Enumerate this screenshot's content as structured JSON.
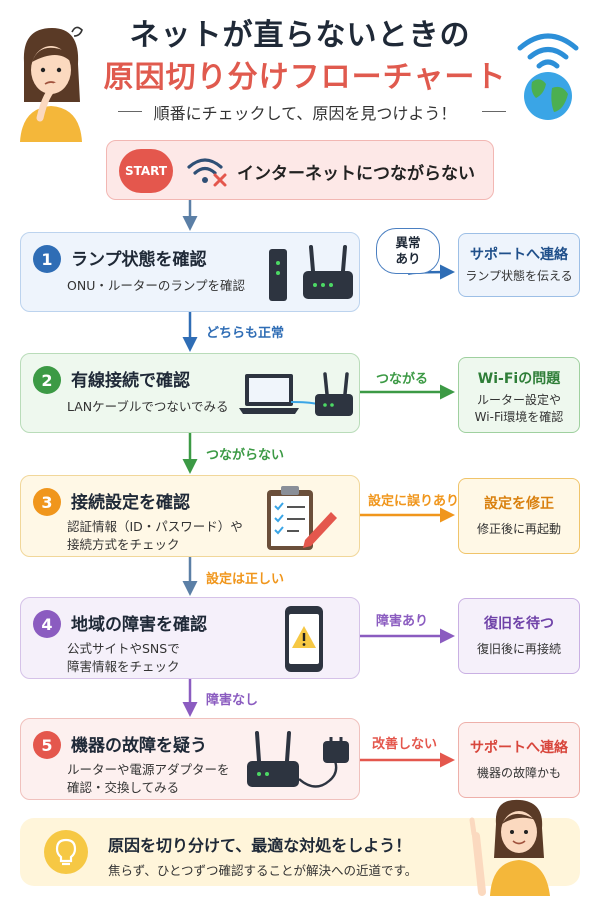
{
  "header": {
    "title_line1": "ネットが直らないときの",
    "title_line2": "原因切り分けフローチャート",
    "subtitle": "順番にチェックして、原因を見つけよう！"
  },
  "start": {
    "badge": "START",
    "text": "インターネットにつながらない"
  },
  "steps": [
    {
      "num": "1",
      "title": "ランプ状態を確認",
      "desc": [
        "ONU・ルーターのランプを確認"
      ]
    },
    {
      "num": "2",
      "title": "有線接続で確認",
      "desc": [
        "LANケーブルでつないでみる"
      ]
    },
    {
      "num": "3",
      "title": "接続設定を確認",
      "desc": [
        "認証情報（ID・パスワード）や",
        "接続方式をチェック"
      ]
    },
    {
      "num": "4",
      "title": "地域の障害を確認",
      "desc": [
        "公式サイトやSNSで",
        "障害情報をチェック"
      ]
    },
    {
      "num": "5",
      "title": "機器の故障を疑う",
      "desc": [
        "ルーターや電源アダプターを",
        "確認・交換してみる"
      ]
    }
  ],
  "branch_labels": {
    "bubble": [
      "異常",
      "あり"
    ],
    "b2": "つながる",
    "b3": "設定に誤りあり",
    "b4": "障害あり",
    "b5": "改善しない"
  },
  "down_labels": {
    "d1": "どちらも正常",
    "d2": "つながらない",
    "d3": "設定は正しい",
    "d4": "障害なし"
  },
  "results": [
    {
      "title": "サポートへ連絡",
      "desc": [
        "ランプ状態を伝える"
      ]
    },
    {
      "title": "Wi-Fiの問題",
      "desc": [
        "ルーター設定や",
        "Wi-Fi環境を確認"
      ]
    },
    {
      "title": "設定を修正",
      "desc": [
        "修正後に再起動"
      ]
    },
    {
      "title": "復旧を待つ",
      "desc": [
        "復旧後に再接続"
      ]
    },
    {
      "title": "サポートへ連絡",
      "desc": [
        "機器の故障かも"
      ]
    }
  ],
  "footer": {
    "main": "原因を切り分けて、最適な対処をしよう！",
    "sub": "焦らず、ひとつずつ確認することが解決への近道です。"
  },
  "colors": {
    "blue": "#2f6db5",
    "green": "#3c9a45",
    "orange": "#f0961c",
    "purple": "#8b5cc0",
    "red": "#e4574d"
  }
}
